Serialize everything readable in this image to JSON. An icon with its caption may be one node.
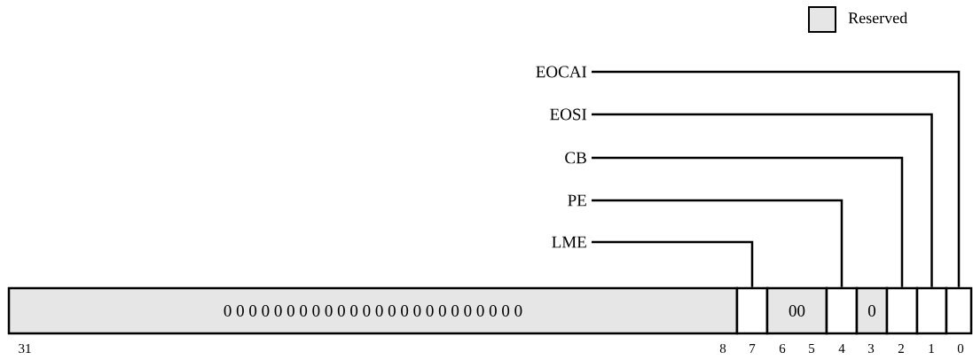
{
  "diagram": {
    "nodes": [
      {
        "text": [
          "EOCAI"
        ]
      },
      {
        "text": [
          "EOSI"
        ]
      },
      {
        "text": [
          "CB"
        ]
      },
      {
        "text": [
          "PE"
        ]
      },
      {
        "text": [
          "LME"
        ]
      },
      {
        "text": [
          "0 0 0 0 0 0 0 0 0 0 0 0 0 0 0 0 0 0 0 0 0 0 0 0"
        ]
      },
      {
        "text": [],
        "shape": "box"
      },
      {
        "text": [
          "00"
        ]
      },
      {
        "text": [],
        "shape": "box"
      },
      {
        "text": [
          "0"
        ]
      },
      {
        "text": [],
        "shape": "box"
      },
      {
        "text": [],
        "shape": "box"
      },
      {
        "text": [],
        "shape": "box"
      }
    ],
    "edges": [
      {
        "from": 0,
        "to": 12,
        "arrow": "none"
      },
      {
        "from": 1,
        "to": 11,
        "arrow": "none"
      },
      {
        "from": 2,
        "to": 10,
        "arrow": "none"
      },
      {
        "from": 3,
        "to": 8,
        "arrow": "none"
      },
      {
        "from": 4,
        "to": 6,
        "arrow": "none"
      }
    ],
    "labels": [
      "31",
      "8",
      "7",
      "6",
      "5",
      "4",
      "3",
      "2",
      "1",
      "0"
    ],
    "legend": [
      {
        "text": "Reserved",
        "color": "#e6e6e6"
      }
    ]
  }
}
